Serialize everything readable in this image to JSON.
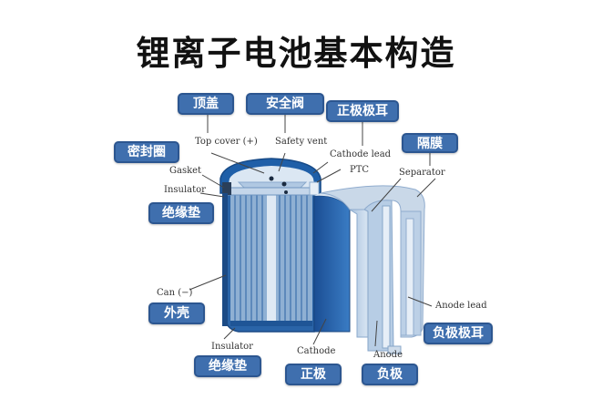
{
  "title": "锂离子电池基本构造",
  "colors": {
    "label_fill": "#3f6fae",
    "label_border": "#2c5690",
    "can_dark": "#1f5fa8",
    "electrode_light": "#b9cde3",
    "separator": "#c9d8e8"
  },
  "labels_cn": {
    "top_cover": "顶盖",
    "safety_vent": "安全阀",
    "cathode_lead": "正极极耳",
    "separator": "隔膜",
    "gasket": "密封圈",
    "insulator_top": "绝缘垫",
    "can": "外壳",
    "insulator_bottom": "绝缘垫",
    "cathode": "正极",
    "anode": "负极",
    "anode_lead": "负极极耳"
  },
  "labels_en": {
    "top_cover": "Top cover (+)",
    "safety_vent": "Safety vent",
    "cathode_lead": "Cathode lead",
    "ptc": "PTC",
    "separator": "Separator",
    "gasket": "Gasket",
    "insulator_top": "Insulator",
    "can": "Can (−)",
    "insulator_bottom": "Insulator",
    "cathode": "Cathode",
    "anode": "Anode",
    "anode_lead": "Anode lead"
  }
}
